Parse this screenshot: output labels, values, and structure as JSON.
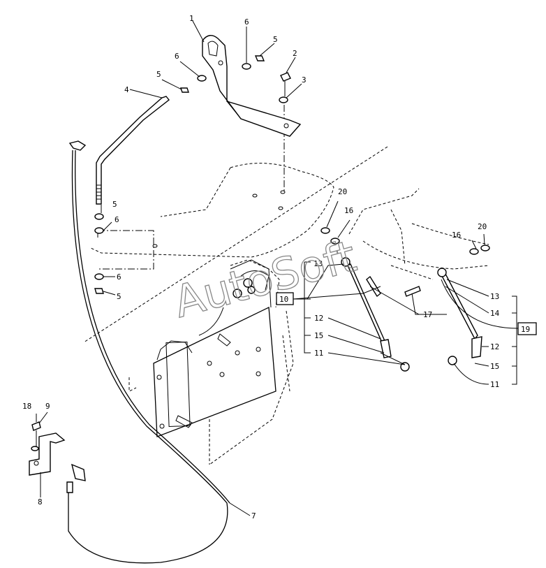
{
  "watermark": "AutoSoft",
  "callouts": [
    {
      "id": "c-1",
      "text": "1"
    },
    {
      "id": "c-2",
      "text": "2"
    },
    {
      "id": "c-3",
      "text": "3"
    },
    {
      "id": "c-4",
      "text": "4"
    },
    {
      "id": "c-5a",
      "text": "5"
    },
    {
      "id": "c-5b",
      "text": "5"
    },
    {
      "id": "c-5c",
      "text": "5"
    },
    {
      "id": "c-5d",
      "text": "5"
    },
    {
      "id": "c-6a",
      "text": "6"
    },
    {
      "id": "c-6b",
      "text": "6"
    },
    {
      "id": "c-6c",
      "text": "6"
    },
    {
      "id": "c-6d",
      "text": "6"
    },
    {
      "id": "c-7",
      "text": "7"
    },
    {
      "id": "c-8",
      "text": "8"
    },
    {
      "id": "c-9",
      "text": "9"
    },
    {
      "id": "c-10",
      "text": "10"
    },
    {
      "id": "c-11a",
      "text": "11"
    },
    {
      "id": "c-11b",
      "text": "11"
    },
    {
      "id": "c-12a",
      "text": "12"
    },
    {
      "id": "c-12b",
      "text": "12"
    },
    {
      "id": "c-13a",
      "text": "13"
    },
    {
      "id": "c-13b",
      "text": "13"
    },
    {
      "id": "c-14",
      "text": "14"
    },
    {
      "id": "c-15a",
      "text": "15"
    },
    {
      "id": "c-15b",
      "text": "15"
    },
    {
      "id": "c-16a",
      "text": "16"
    },
    {
      "id": "c-16b",
      "text": "16"
    },
    {
      "id": "c-17",
      "text": "17"
    },
    {
      "id": "c-18",
      "text": "18"
    },
    {
      "id": "c-19",
      "text": "19"
    },
    {
      "id": "c-20a",
      "text": "20"
    },
    {
      "id": "c-20b",
      "text": "20"
    }
  ]
}
